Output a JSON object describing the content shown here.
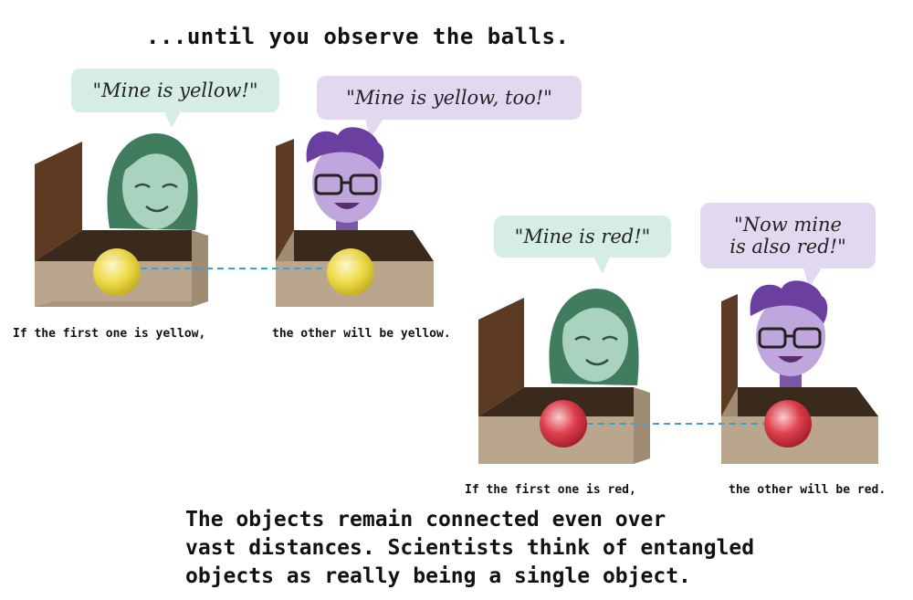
{
  "title": "...until you observe the balls.",
  "bubbles": {
    "top_left": "\"Mine is yellow!\"",
    "top_right": "\"Mine is yellow, too!\"",
    "bottom_left": "\"Mine is red!\"",
    "bottom_right": "\"Now mine\nis also red!\""
  },
  "captions": {
    "top_left": "If the first one is yellow,",
    "top_right": "the other will be yellow.",
    "bottom_left": "If the first one is red,",
    "bottom_right": "the other will be red."
  },
  "footer": "The objects remain connected even over\nvast distances. Scientists think of entangled\nobjects as really being a single object.",
  "colors": {
    "green_bubble": "#d6ede4",
    "purple_bubble": "#e2d8ef",
    "yellow_ball": "#f2e04a",
    "red_ball": "#e23c4a",
    "connector": "#3aa0d8",
    "box": "#b9a68c"
  }
}
